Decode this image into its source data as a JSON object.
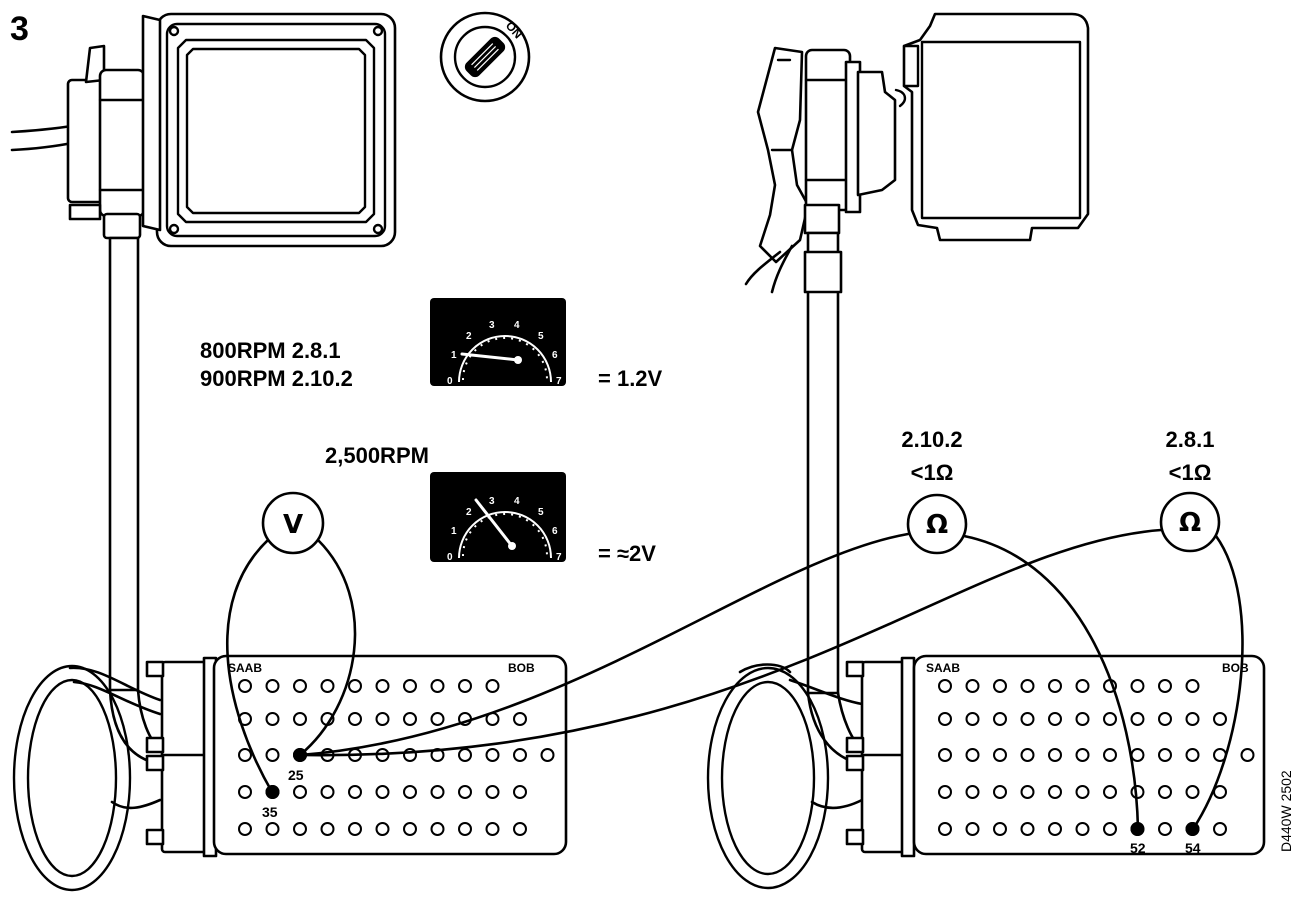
{
  "figure": {
    "step_number": "3",
    "code": "D440W 2502"
  },
  "ignition": {
    "label": "ON"
  },
  "readings": {
    "idle_line1": "800RPM 2.8.1",
    "idle_line2": "900RPM 2.10.2",
    "idle_value": "= 1.2V",
    "high_rpm": "2,500RPM",
    "high_value": "= ≈2V"
  },
  "gauge": {
    "ticks": [
      "0",
      "1",
      "2",
      "3",
      "4",
      "5",
      "6",
      "7"
    ],
    "idle_reading_volts": 1.2,
    "high_reading_volts": 2
  },
  "voltmeter": {
    "symbol": "V"
  },
  "left_box": {
    "brand": "SAAB",
    "label": "BOB",
    "pin_a": "25",
    "pin_b": "35"
  },
  "right_box": {
    "brand": "SAAB",
    "label": "BOB",
    "pin_a": "52",
    "pin_b": "54"
  },
  "ohmmeters": [
    {
      "version": "2.10.2",
      "limit": "<1Ω",
      "symbol": "Ω"
    },
    {
      "version": "2.8.1",
      "limit": "<1Ω",
      "symbol": "Ω"
    }
  ]
}
